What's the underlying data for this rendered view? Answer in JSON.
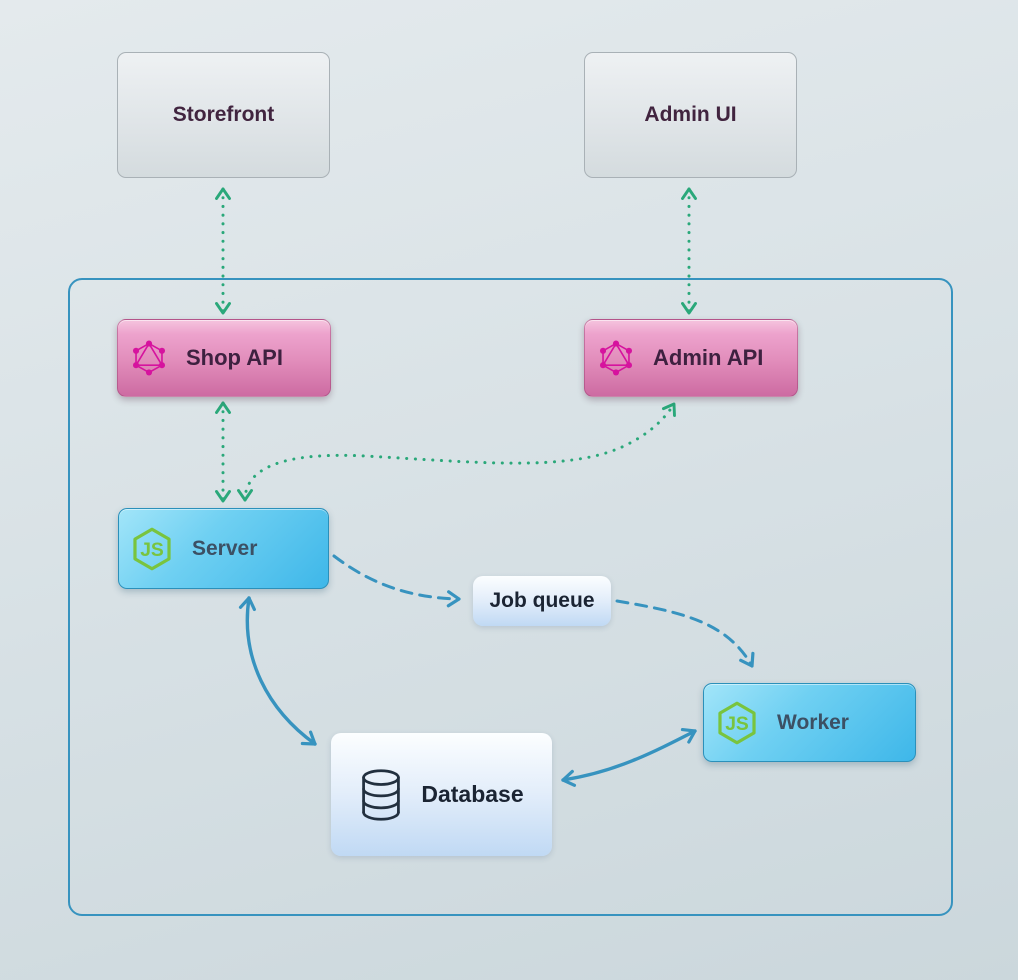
{
  "diagram": {
    "nodes": {
      "storefront": {
        "label": "Storefront",
        "kind": "external-client"
      },
      "admin_ui": {
        "label": "Admin UI",
        "kind": "external-client"
      },
      "shop_api": {
        "label": "Shop API",
        "kind": "graphql-api"
      },
      "admin_api": {
        "label": "Admin API",
        "kind": "graphql-api"
      },
      "server": {
        "label": "Server",
        "kind": "nodejs-process"
      },
      "job_queue": {
        "label": "Job queue",
        "kind": "queue"
      },
      "worker": {
        "label": "Worker",
        "kind": "nodejs-process"
      },
      "database": {
        "label": "Database",
        "kind": "database"
      }
    },
    "edges": [
      {
        "from": "storefront",
        "to": "shop_api",
        "style": "dotted",
        "color": "#2aa87a",
        "bidirectional": true
      },
      {
        "from": "admin_ui",
        "to": "admin_api",
        "style": "dotted",
        "color": "#2aa87a",
        "bidirectional": true
      },
      {
        "from": "shop_api",
        "to": "server",
        "style": "dotted",
        "color": "#2aa87a",
        "bidirectional": true
      },
      {
        "from": "server",
        "to": "admin_api",
        "style": "dotted",
        "color": "#2aa87a",
        "bidirectional": true
      },
      {
        "from": "server",
        "to": "job_queue",
        "style": "dashed",
        "color": "#3793bf",
        "bidirectional": false
      },
      {
        "from": "job_queue",
        "to": "worker",
        "style": "dashed",
        "color": "#3793bf",
        "bidirectional": false
      },
      {
        "from": "server",
        "to": "database",
        "style": "solid",
        "color": "#3793bf",
        "bidirectional": true
      },
      {
        "from": "worker",
        "to": "database",
        "style": "solid",
        "color": "#3793bf",
        "bidirectional": true
      }
    ],
    "icons": {
      "graphql": "graphql-logo",
      "nodejs": "nodejs-logo",
      "database": "database-cylinder"
    },
    "theme": {
      "green": "#2aa87a",
      "blue": "#3793bf",
      "container-border": "#3793bf",
      "plum": "#41243f",
      "slate": "#3c5064",
      "ink": "#1b2433",
      "node-green": "#79c43e",
      "graphql-pink": "#d6139e"
    }
  }
}
